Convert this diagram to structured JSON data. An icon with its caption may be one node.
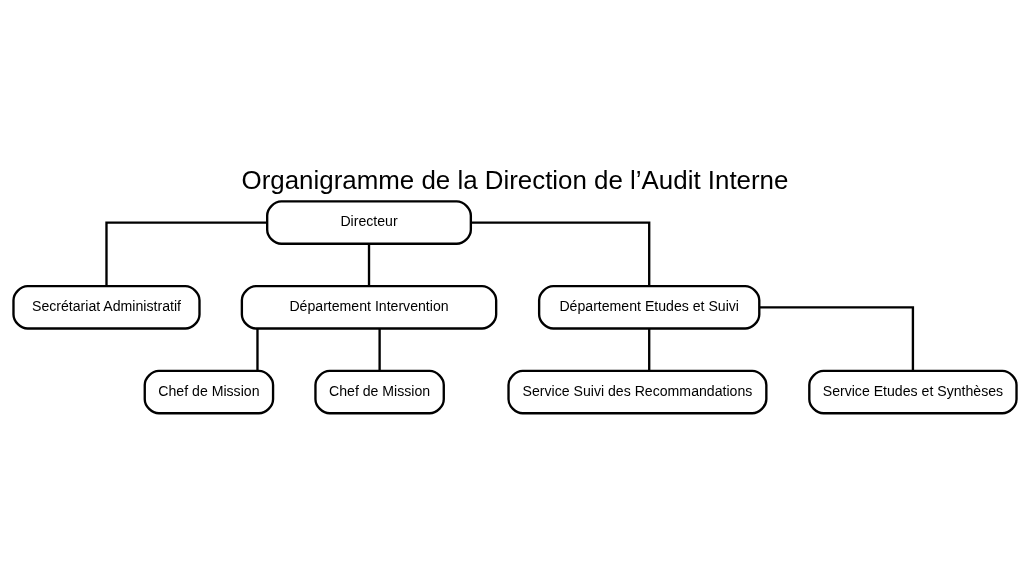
{
  "diagram": {
    "title": "Organigramme de la Direction de l’Audit Interne",
    "nodes": [
      {
        "text": [
          "Directeur"
        ]
      },
      {
        "text": [
          "Secrétariat Administratif"
        ]
      },
      {
        "text": [
          "Département Intervention"
        ]
      },
      {
        "text": [
          "Département Etudes et Suivi"
        ]
      },
      {
        "text": [
          "Chef de Mission"
        ]
      },
      {
        "text": [
          "Chef de Mission"
        ]
      },
      {
        "text": [
          "Service Suivi des Recommandations"
        ]
      },
      {
        "text": [
          "Service Etudes et Synthèses"
        ]
      }
    ],
    "edges": [
      {
        "from": 0,
        "to": 1,
        "arrow": "none"
      },
      {
        "from": 0,
        "to": 2,
        "arrow": "none"
      },
      {
        "from": 0,
        "to": 3,
        "arrow": "none"
      },
      {
        "from": 2,
        "to": 4,
        "arrow": "none"
      },
      {
        "from": 2,
        "to": 5,
        "arrow": "none"
      },
      {
        "from": 3,
        "to": 6,
        "arrow": "none"
      },
      {
        "from": 3,
        "to": 7,
        "arrow": "none"
      }
    ]
  }
}
